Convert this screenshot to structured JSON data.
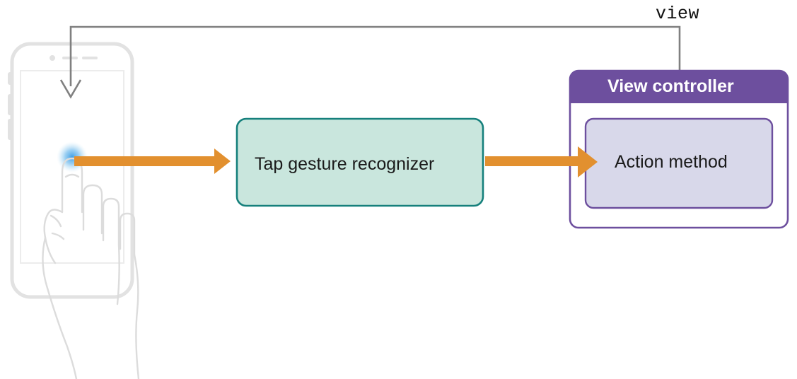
{
  "diagram": {
    "title_label": "view",
    "nodes": {
      "phone": {
        "name": "iphone-illustration",
        "tap_indicator": "tap-glow",
        "accent_color": "#3ea8e5"
      },
      "gesture_recognizer": {
        "label": "Tap gesture recognizer",
        "fill": "#c9e6dd",
        "stroke": "#16807c"
      },
      "view_controller": {
        "label": "View controller",
        "header_fill": "#6d4f9e",
        "body_fill": "#ffffff",
        "stroke": "#6d4f9e",
        "title_color": "#ffffff"
      },
      "action_method": {
        "label": "Action method",
        "fill": "#d8d8ea",
        "stroke": "#6d4f9e"
      }
    },
    "connectors": {
      "touch_to_recognizer": {
        "name": "orange-arrow-touch-to-recognizer",
        "color": "#e2902f"
      },
      "recognizer_to_action": {
        "name": "orange-arrow-recognizer-to-action",
        "color": "#e2902f"
      },
      "view_reference": {
        "name": "gray-arrow-view-to-phone",
        "color": "#808080",
        "label": "view"
      }
    }
  }
}
